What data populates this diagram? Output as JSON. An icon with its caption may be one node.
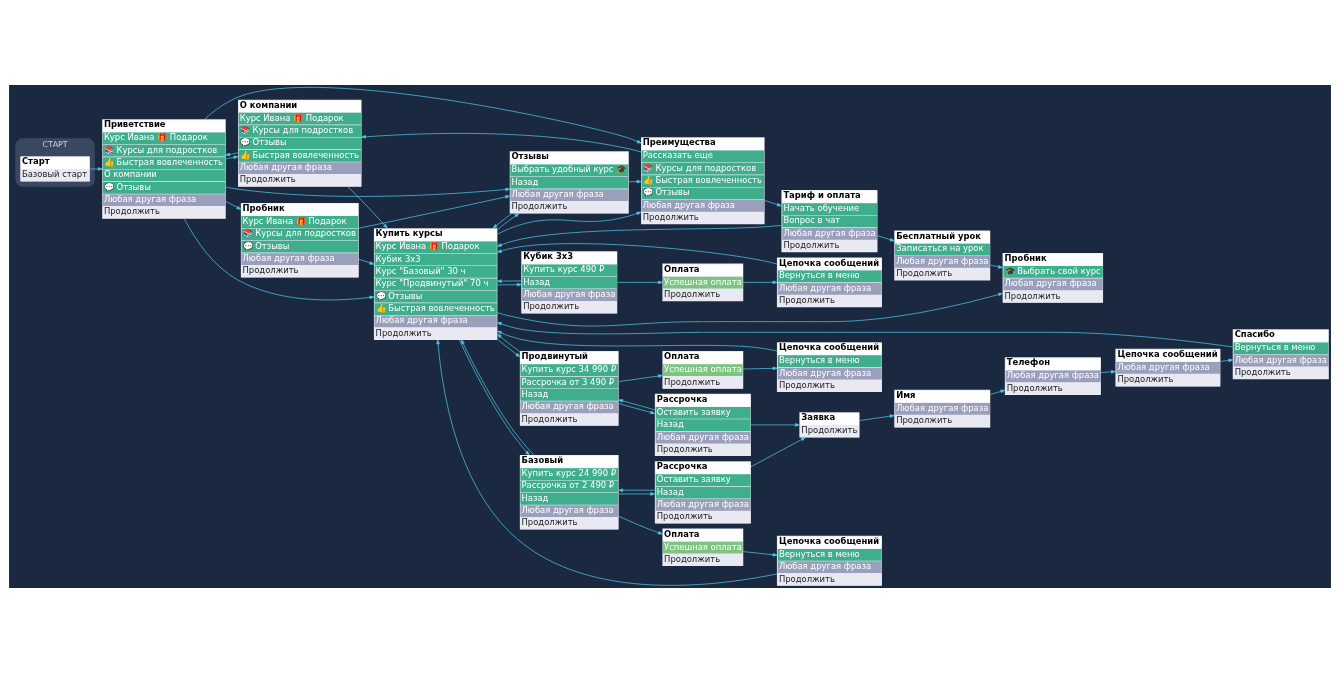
{
  "diagram": {
    "nodes": [
      {
        "text": [
          "СТАРТ"
        ]
      },
      {
        "text": [
          "Старт",
          "Базовый старт"
        ],
        "in": 0
      },
      {
        "text": [
          "О компании",
          "Курс Ивана 🎁 Подарок",
          "📚 Курсы для подростков",
          "💬 Отзывы",
          "👍 Быстрая вовлеченность",
          "Любая другая фраза",
          "Продолжить"
        ]
      },
      {
        "text": [
          "Купить курсы",
          "Курс Ивана 🎁 Подарок",
          "Кубик 3x3",
          "Курс \"Базовый\" 30 ч",
          "Курс \"Продвинутый\" 70 ч",
          "💬 Отзывы",
          "👍 Быстрая вовлеченность",
          "Любая другая фраза",
          "Продолжить"
        ]
      },
      {
        "text": [
          "Приветствие",
          "Курс Ивана 🎁 Подарок",
          "📚 Курсы для подростков",
          "👍 Быстрая вовлеченность",
          "О компании",
          "💬 Отзывы",
          "Любая другая фраза",
          "Продолжить"
        ]
      },
      {
        "text": [
          "Пробник",
          "Курс Ивана 🎁 Подарок",
          "📚 Курсы для подростков",
          "💬 Отзывы",
          "Любая другая фраза",
          "Продолжить"
        ]
      },
      {
        "text": [
          "Отзывы",
          "Выбрать удобный курс 🎓",
          "Назад",
          "Любая другая фраза",
          "Продолжить"
        ]
      },
      {
        "text": [
          "Тариф и оплата",
          "Начать обучение",
          "Вопрос в чат",
          "Любая другая фраза",
          "Продолжить"
        ]
      },
      {
        "text": [
          "Бесплатный урок",
          "Записаться на урок",
          "Любая другая фраза",
          "Продолжить"
        ]
      },
      {
        "text": [
          "Пробник",
          "🎓 Выбрать свой курс",
          "Любая другая фраза",
          "Продолжить"
        ]
      },
      {
        "text": [
          "Преимущества",
          "Рассказать еще",
          "📚 Курсы для подростков",
          "👍 Быстрая вовлеченность",
          "💬 Отзывы",
          "Любая другая фраза",
          "Продолжить"
        ]
      },
      {
        "text": [
          "Кубик 3x3",
          "Купить курс 490 ₽",
          "Назад",
          "Любая другая фраза",
          "Продолжить"
        ]
      },
      {
        "text": [
          "Базовый",
          "Купить курс 24 990 ₽",
          "Рассрочка от 2 490 ₽",
          "Назад",
          "Любая другая фраза",
          "Продолжить"
        ]
      },
      {
        "text": [
          "Продвинутый",
          "Купить курс 34 990 ₽",
          "Рассрочка от 3 490 ₽",
          "Назад",
          "Любая другая фраза",
          "Продолжить"
        ]
      },
      {
        "text": [
          "Рассрочка",
          "Оставить заявку",
          "Назад",
          "Любая другая фраза",
          "Продолжить"
        ]
      },
      {
        "text": [
          "Оплата",
          "Успешная оплата",
          "Продолжить"
        ]
      },
      {
        "text": [
          "Цепочка сообщений",
          "Вернуться в меню",
          "Любая другая фраза",
          "Продолжить"
        ]
      },
      {
        "text": [
          "Оплата",
          "Успешная оплата",
          "Продолжить"
        ]
      },
      {
        "text": [
          "Цепочка сообщений",
          "Вернуться в меню",
          "Любая другая фраза",
          "Продолжить"
        ]
      },
      {
        "text": [
          "Рассрочка",
          "Оставить заявку",
          "Назад",
          "Любая другая фраза",
          "Продолжить"
        ]
      },
      {
        "text": [
          "Цепочка сообщений",
          "Вернуться в меню",
          "Любая другая фраза",
          "Продолжить"
        ]
      },
      {
        "text": [
          "Оплата",
          "Успешная оплата",
          "Продолжить"
        ]
      },
      {
        "text": [
          "Заявка",
          "Продолжить"
        ]
      },
      {
        "text": [
          "Имя",
          "Любая другая фраза",
          "Продолжить"
        ]
      },
      {
        "text": [
          "Телефон",
          "Любая другая фраза",
          "Продолжить"
        ]
      },
      {
        "text": [
          "Цепочка сообщений",
          "Любая другая фраза",
          "Продолжить"
        ]
      },
      {
        "text": [
          "Спасибо",
          "Вернуться в меню",
          "Любая другая фраза",
          "Продолжить"
        ]
      }
    ],
    "edges": [
      {
        "from": 1,
        "to": 4,
        "arrow": "to"
      },
      {
        "from": 2,
        "to": 3,
        "arrow": "to"
      },
      {
        "from": 2,
        "to": 4,
        "arrow": "to"
      },
      {
        "from": 4,
        "to": 3,
        "arrow": "to"
      },
      {
        "from": 4,
        "to": 2,
        "arrow": "to"
      },
      {
        "from": 4,
        "to": 6,
        "arrow": "to"
      },
      {
        "from": 4,
        "to": 10,
        "arrow": "to"
      },
      {
        "from": 4,
        "to": 5,
        "arrow": "to"
      },
      {
        "from": 3,
        "to": 11,
        "arrow": "to"
      },
      {
        "from": 3,
        "to": 12,
        "arrow": "to"
      },
      {
        "from": 3,
        "to": 13,
        "arrow": "to"
      },
      {
        "from": 3,
        "to": 6,
        "arrow": "to"
      },
      {
        "from": 3,
        "to": 10,
        "arrow": "to"
      },
      {
        "from": 3,
        "to": 9,
        "arrow": "to"
      },
      {
        "from": 5,
        "to": 3,
        "arrow": "to"
      },
      {
        "from": 5,
        "to": 6,
        "arrow": "to"
      },
      {
        "from": 6,
        "to": 3,
        "arrow": "to"
      },
      {
        "from": 6,
        "to": 10,
        "arrow": "to"
      },
      {
        "from": 7,
        "to": 8,
        "arrow": "to"
      },
      {
        "from": 7,
        "to": 3,
        "arrow": "to"
      },
      {
        "from": 8,
        "to": 9,
        "arrow": "to"
      },
      {
        "from": 10,
        "to": 2,
        "arrow": "to"
      },
      {
        "from": 10,
        "to": 7,
        "arrow": "to"
      },
      {
        "from": 11,
        "to": 15,
        "arrow": "to"
      },
      {
        "from": 11,
        "to": 3,
        "arrow": "to"
      },
      {
        "from": 12,
        "to": 17,
        "arrow": "to"
      },
      {
        "from": 12,
        "to": 19,
        "arrow": "to"
      },
      {
        "from": 12,
        "to": 3,
        "arrow": "to"
      },
      {
        "from": 13,
        "to": 21,
        "arrow": "to"
      },
      {
        "from": 13,
        "to": 14,
        "arrow": "to"
      },
      {
        "from": 13,
        "to": 3,
        "arrow": "to"
      },
      {
        "from": 14,
        "to": 22,
        "arrow": "to"
      },
      {
        "from": 14,
        "to": 13,
        "arrow": "to"
      },
      {
        "from": 15,
        "to": 16,
        "arrow": "to"
      },
      {
        "from": 16,
        "to": 3,
        "arrow": "to"
      },
      {
        "from": 17,
        "to": 18,
        "arrow": "to"
      },
      {
        "from": 18,
        "to": 3,
        "arrow": "to"
      },
      {
        "from": 19,
        "to": 22,
        "arrow": "to"
      },
      {
        "from": 19,
        "to": 12,
        "arrow": "to"
      },
      {
        "from": 21,
        "to": 20,
        "arrow": "to"
      },
      {
        "from": 20,
        "to": 3,
        "arrow": "to"
      },
      {
        "from": 22,
        "to": 23,
        "arrow": "to"
      },
      {
        "from": 23,
        "to": 24,
        "arrow": "to"
      },
      {
        "from": 24,
        "to": 25,
        "arrow": "to"
      },
      {
        "from": 25,
        "to": 26,
        "arrow": "to"
      },
      {
        "from": 26,
        "to": 3,
        "arrow": "to"
      }
    ]
  }
}
